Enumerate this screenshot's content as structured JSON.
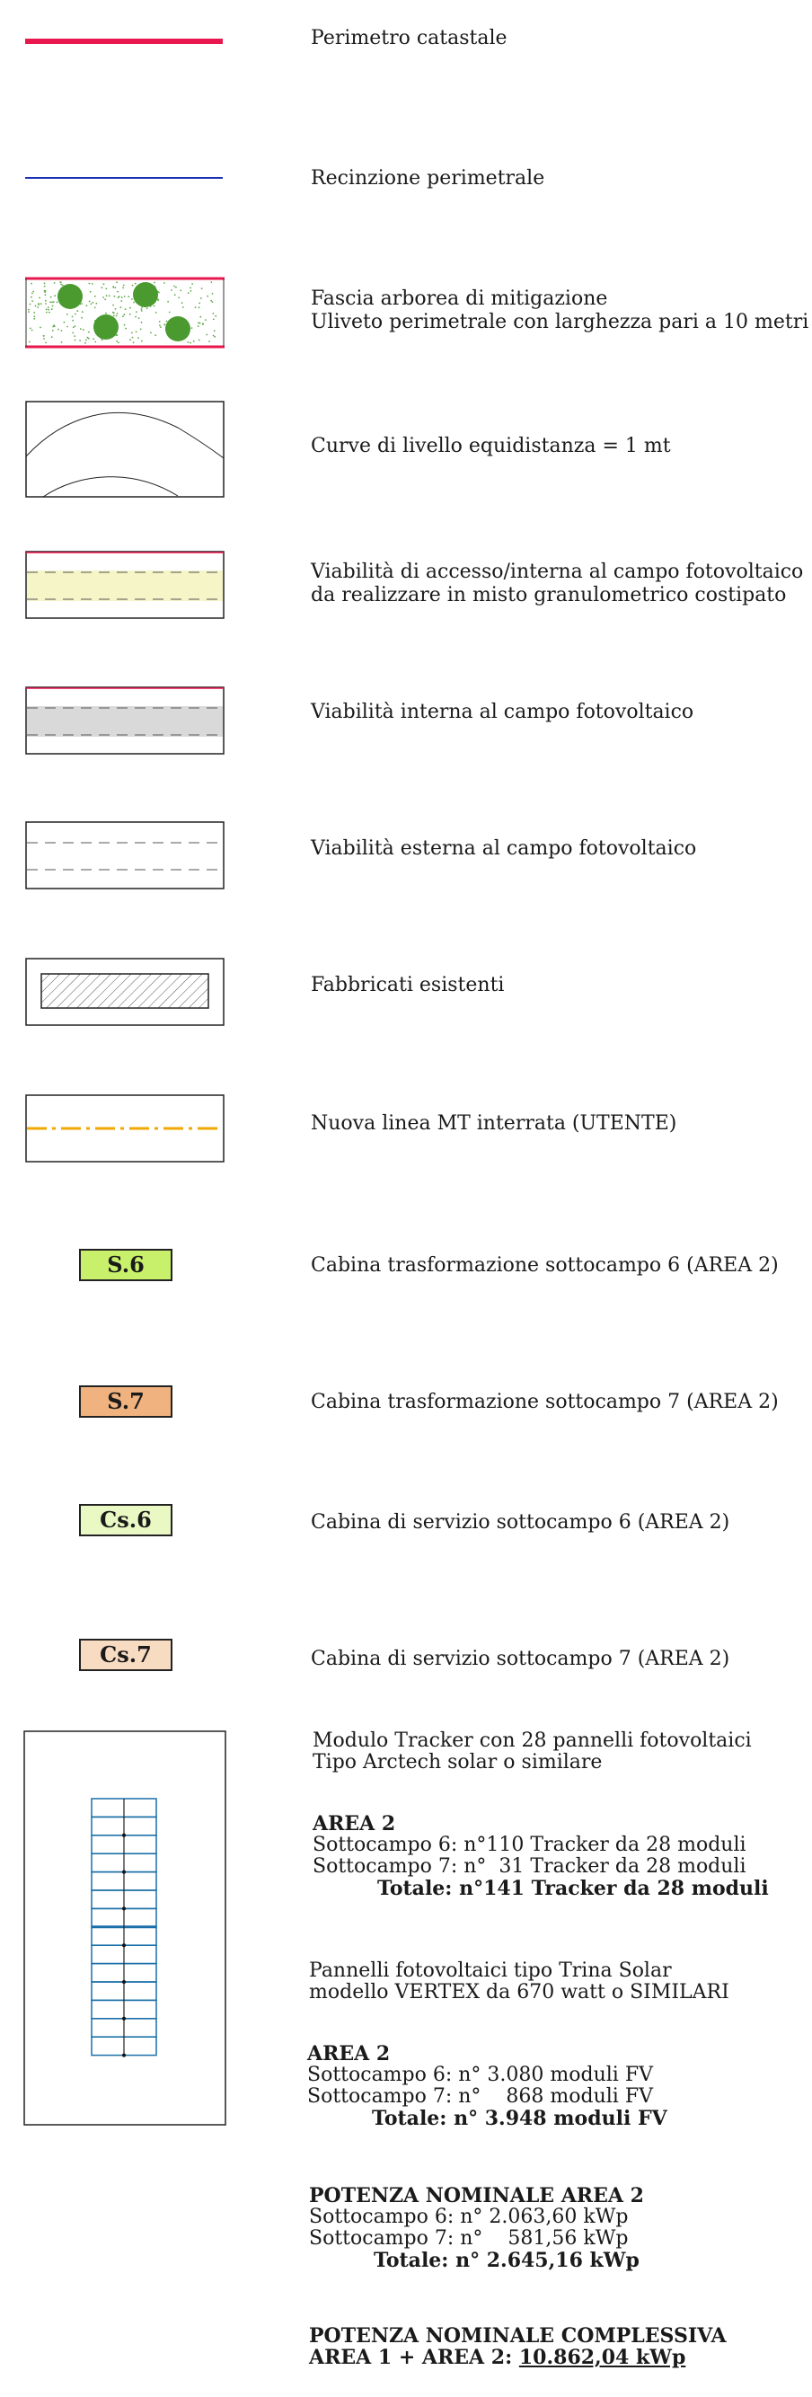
{
  "legend": [
    {
      "key": "perimetro",
      "label": "Perimetro catastale"
    },
    {
      "key": "recinzione",
      "label": "Recinzione perimetrale"
    },
    {
      "key": "fascia",
      "label_line1": "Fascia arborea di mitigazione",
      "label_line2": "Uliveto perimetrale con larghezza pari a 10 metri"
    },
    {
      "key": "curve",
      "label": "Curve di livello equidistanza = 1 mt"
    },
    {
      "key": "viabilita_accesso",
      "label_line1": "Viabilità di accesso/interna al campo fotovoltaico",
      "label_line2": "da realizzare in misto granulometrico costipato"
    },
    {
      "key": "viabilita_interna",
      "label": "Viabilità interna al campo fotovoltaico"
    },
    {
      "key": "viabilita_esterna",
      "label": "Viabilità esterna al campo fotovoltaico"
    },
    {
      "key": "fabbricati",
      "label": "Fabbricati esistenti"
    },
    {
      "key": "linea_mt",
      "label": "Nuova linea MT interrata (UTENTE)"
    },
    {
      "key": "s6",
      "badge": "S.6",
      "badge_color": "#c9f06b",
      "label": "Cabina trasformazione sottocampo 6 (AREA 2)"
    },
    {
      "key": "s7",
      "badge": "S.7",
      "badge_color": "#f0b27e",
      "label": "Cabina trasformazione sottocampo 7 (AREA 2)"
    },
    {
      "key": "cs6",
      "badge": "Cs.6",
      "badge_color": "#eaf8c4",
      "label": "Cabina di servizio sottocampo 6 (AREA 2)"
    },
    {
      "key": "cs7",
      "badge": "Cs.7",
      "badge_color": "#f8dcc2",
      "label": "Cabina di servizio sottocampo 7 (AREA 2)"
    }
  ],
  "colors": {
    "perimetro": "#e8174d",
    "recinzione": "#1a2fb5",
    "viabilita_accesso_fill": "#f5f5c8",
    "viabilita_interna_fill": "#d9d9d9",
    "linea_mt": "#f0a800",
    "tracker": "#1a6fa8",
    "tree": "#4a9a30"
  },
  "tracker": {
    "line1": "Modulo Tracker con 28 pannelli fotovoltaici",
    "line2": "Tipo Arctech solar o similare",
    "area_title": "AREA 2",
    "sc6": "Sottocampo 6: n°110 Tracker da 28 moduli",
    "sc7": "Sottocampo 7: n°  31 Tracker da 28 moduli",
    "totale": "Totale: n°141 Tracker da 28 moduli"
  },
  "pannelli": {
    "line1": "Pannelli fotovoltaici tipo Trina Solar",
    "line2": "modello VERTEX da 670 watt o SIMILARI",
    "area_title": "AREA 2",
    "sc6": "Sottocampo 6: n° 3.080 moduli FV",
    "sc7": "Sottocampo 7: n°    868 moduli FV",
    "totale": "Totale: n° 3.948 moduli FV"
  },
  "potenza": {
    "title": "POTENZA NOMINALE AREA 2",
    "sc6": "Sottocampo 6: n° 2.063,60 kWp",
    "sc7": "Sottocampo 7: n°    581,56 kWp",
    "totale": "Totale: n° 2.645,16 kWp"
  },
  "complessiva": {
    "title": "POTENZA NOMINALE COMPLESSIVA",
    "prefix": "AREA 1 + AREA 2: ",
    "value": "10.862,04 kWp"
  }
}
